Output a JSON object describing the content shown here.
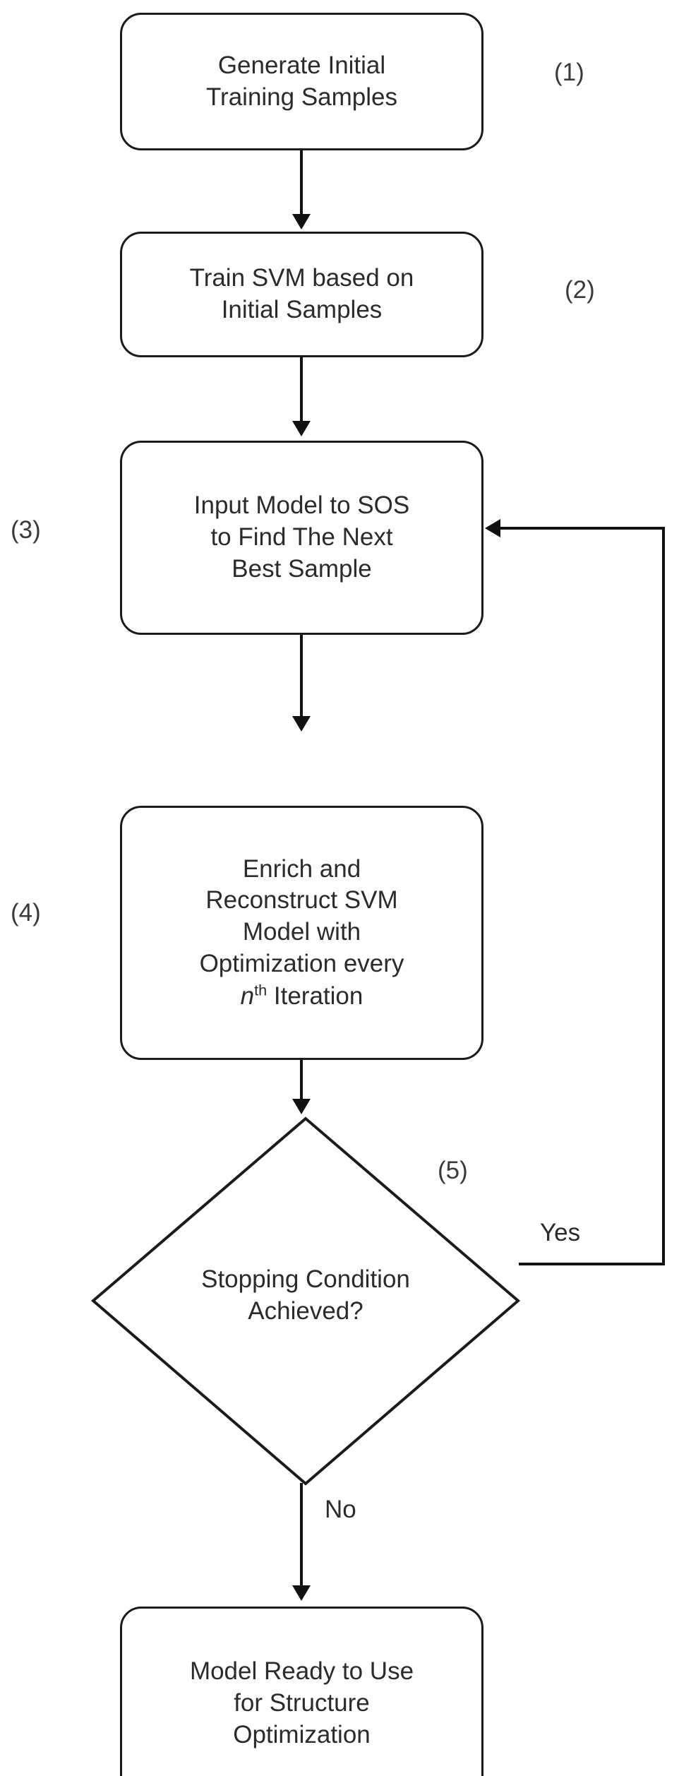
{
  "diagram": {
    "title": "Adaptive SVM surrogate model workflow flowchart",
    "line_color": "#111111",
    "text_color": "#2b2b2b",
    "background": "#ffffff"
  },
  "nodes": [
    {
      "id": "generate-initial-training-samples",
      "shape": "rounded-rectangle",
      "step_tag": "(1)",
      "step_tag_side": "right",
      "lines": [
        "Generate Initial",
        "Training Samples"
      ]
    },
    {
      "id": "train-svm",
      "shape": "rounded-rectangle",
      "step_tag": "(2)",
      "step_tag_side": "right",
      "lines": [
        "Train SVM based on",
        "Initial Samples"
      ]
    },
    {
      "id": "input-model-to-sos",
      "shape": "rounded-rectangle",
      "step_tag": "(3)",
      "step_tag_side": "left",
      "lines": [
        "Input Model to SOS",
        "to Find The Next",
        "Best Sample"
      ]
    },
    {
      "id": "enrich-reconstruct-svm",
      "shape": "rounded-rectangle",
      "step_tag": "(4)",
      "step_tag_side": "left",
      "lines": [
        "Enrich and",
        "Reconstruct SVM",
        "Model with",
        "Optimization every",
        "n^th Iteration"
      ]
    },
    {
      "id": "stopping-condition",
      "shape": "diamond",
      "step_tag": "(5)",
      "step_tag_side": "right",
      "lines": [
        "Stopping Condition",
        "Achieved?"
      ]
    },
    {
      "id": "model-ready",
      "shape": "rounded-rectangle",
      "step_tag": "",
      "step_tag_side": "none",
      "lines": [
        "Model Ready to Use",
        "for Structure",
        "Optimization"
      ]
    }
  ],
  "node_text": {
    "box1_line1": "Generate Initial",
    "box1_line2": "Training Samples",
    "box2_line1": "Train SVM based on",
    "box2_line2": "Initial Samples",
    "box3_line1": "Input Model to SOS",
    "box3_line2": "to Find The Next",
    "box3_line3": "Best Sample",
    "box4_line1": "Enrich and",
    "box4_line2": "Reconstruct SVM",
    "box4_line3": "Model with",
    "box4_line4": "Optimization every",
    "box4_line5_italic": "n",
    "box4_line5_sup": "th",
    "box4_line5_rest": " Iteration",
    "diamond_line1": "Stopping Condition",
    "diamond_line2": "Achieved?",
    "box6_line1": "Model Ready to Use",
    "box6_line2": "for Structure",
    "box6_line3": "Optimization"
  },
  "step_tags": {
    "tag1": "(1)",
    "tag2": "(2)",
    "tag3": "(3)",
    "tag4": "(4)",
    "tag5": "(5)"
  },
  "edge_labels": {
    "yes": "Yes",
    "no": "No"
  }
}
